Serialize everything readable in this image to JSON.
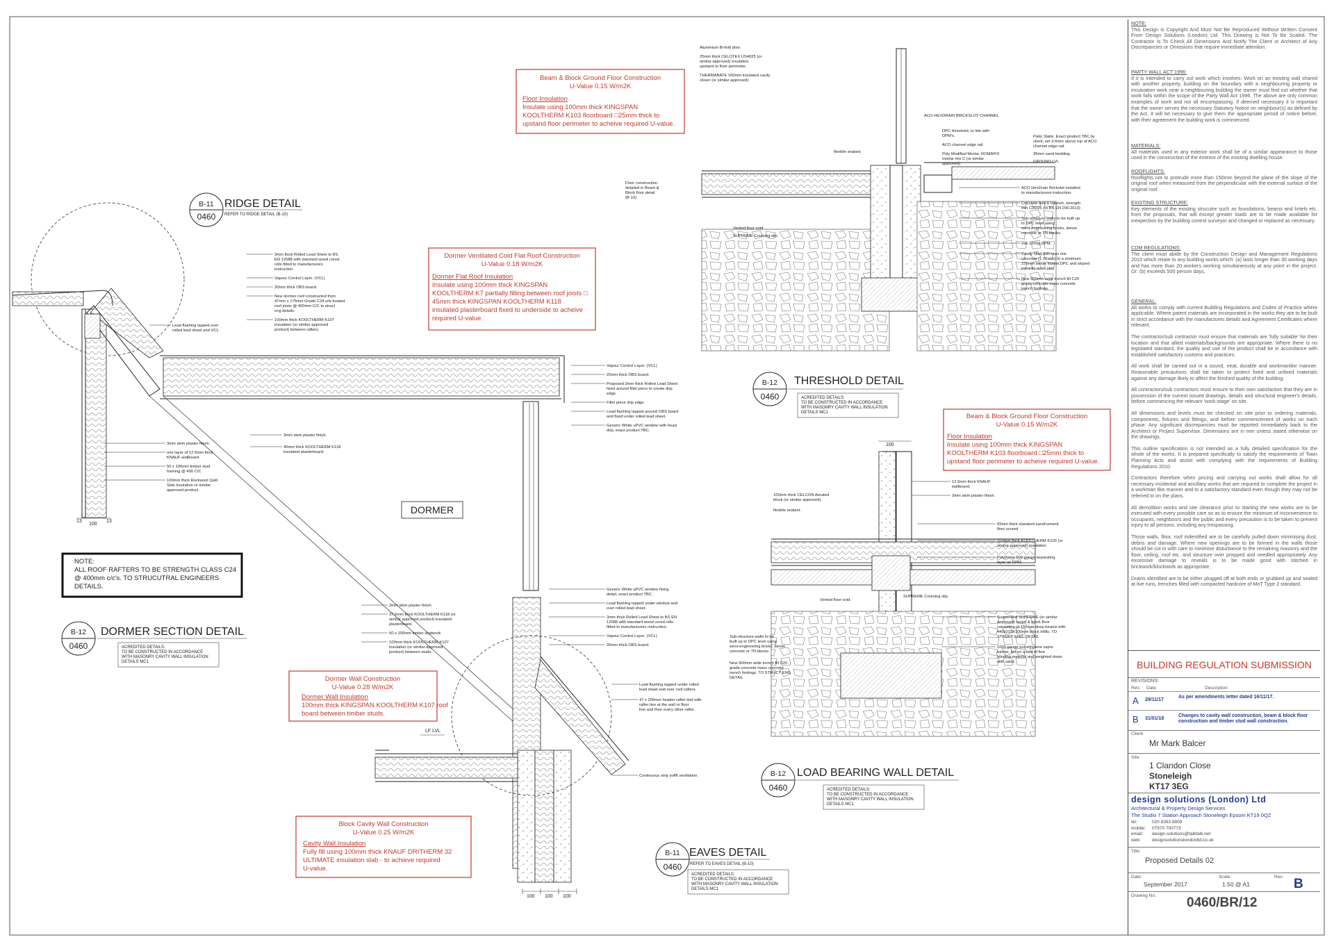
{
  "notes": {
    "note_heading": "NOTE:",
    "note_text": "This Design is Copyright And Must Not Be Reproduced Without Written Consent From Design Solutions (London) Ltd. This Drawing is Not To Be Scaled. The Contractor Is To Check All Dimensions And Notify The Client or Architect of Any Discrepancies or Omissions that require immediate attention.",
    "party_wall_heading": "PARTY WALL ACT 1996:",
    "party_wall_text": "If it is intended to carry out work which involves: Work on an existing wall shared with another property, building on the boundary with a neighbouring property or excavation work near a neighbouring building the owner must find out whether that work falls within the scope of the Party Wall Act 1996. The above are only common examples of work and not all encompassing. If deemed necessary it is important that the owner serves the necessary Statutory Notice on neighbour(s) as defined by the Act. It will be necessary to give them the appropriate period of notice before, with their agreement the building work is commenced.",
    "materials_heading": "MATERIALS:",
    "materials_text": "All materials used in any exterior work shall be of a similar appearance to those used in the construction of the exterior of the existing dwelling house.",
    "rooflights_heading": "ROOFLIGHTS:",
    "rooflights_text": "Rooflights not to protrude more than 150mm beyond the plane of the slope of the original roof when measured from the perpendicular with the external surface of the original roof.",
    "existing_heading": "EXISTING STRUCTURE:",
    "existing_text": "Key elements of the existing strucutre such as foundations, beams and lintels etc. from the proposals, that will except greater loads are to be made available for inexpection by the building control surveyor and changed or replaced as necessary.",
    "cdm_heading": "CDM REGULATIONS:",
    "cdm_text": "The client must abide by the Construction Design and Management Regulations 2015 which relate to any building works which: (a) lasts longer than 30 working days and has more than 20 workers working simultaneously at any point in the project. Or: (b) exceeds 500 person days.",
    "general_heading": "GENERAL:",
    "general_text": "All works to comply with current Building Regulations and Codes of Practice where applicable. Where patent materials are incorporated in the works they are to be built in strict accordance with the manufactures details and Agreement Certificates where relevant.",
    "general_2": "The contractor/sub contractor must ensure that materials are 'fully suitable' for their location and that allied materials/backgrounds are appropriate. Where there is no legislated standard, the quality and use of the product shall be in accordance with established satisfactory customs and practices.",
    "general_3": "All work shall be carried out in a sound, neat, durable and workmanlike manner. Reasonable precautions shall be taken to protect fixed and unfixed materials against any damage likely to affect the finished quality of the building.",
    "general_4": "All contractors/sub contractors must ensure to their own satisfaction that they are in possession of the current issued drawings, details and structural engineer's details, before commencing the relevant 'work-stage' on site.",
    "general_5": "All dimensions and levels must be checked on site prior to ordering materials, components, fixtures and fittings, and before commencement of works on each phase. Any significant discrepancies must be reported immediately back to the Architect or Project Supervisor. Dimensions are in mm unless stated otherwise on the drawings.",
    "general_6": "This outline specification is not intended as a fully detailed specification for the whole of the works. It is prepared specifically to satisfy the requirements of Town Planning Acts and assist with complying with the requirements of Building Regulations 2010.",
    "general_7": "Contractors therefore when pricing and carrying out works shall allow for all necessary incidental and ancillary works that are required to complete the project in a workman like manner and to a satisfactory standard even though they may not be referred to on the plans.",
    "general_8": "All demolition works and site clearance prior to starting the new works are to be executed with every possible care so as to ensure the minimum of inconvenience to occupants, neighbours and the public and every precaution is to be taken to prevent injury to all persons, including any trespassing.",
    "general_9": "Those walls, floor, roof indentified are to be carefully pulled down minimising dust, debris and damage. Where new openings are to be formed in the walls those should be cut in with care to minimise disturbance to the remaining masonry and the floor, ceiling, roof etc. and structure over propped and needled appropriately. Any excessive damage to reveals is to be made good with stitched in brickwork/blockwork as appropriate.",
    "general_10": "Drains identified are to be either plugged off at both ends or grubbed up and sealed at live runs, trenches filled with compacted hardcore of MoT Type 2 standard."
  },
  "title_block": {
    "submission": "BUILDING REGULATION SUBMISSION",
    "revisions_label": "REVISIONS:",
    "rev_col": "Rev:",
    "date_col": "Date:",
    "desc_col": "Description:",
    "revisions": [
      {
        "rev": "A",
        "date": "29/11/17",
        "desc": "As per amendments letter dated 16/11/17."
      },
      {
        "rev": "B",
        "date": "31/01/18",
        "desc": "Changes to cavity wall construction, beam & block floor construction and timber stud wall construction."
      }
    ],
    "client_label": "Client:",
    "client": "Mr Mark Balcer",
    "site_label": "Site:",
    "site_line1": "1 Clandon Close",
    "site_line2": "Stoneleigh",
    "site_line3": "KT17 3EG",
    "company": "design solutions (London) Ltd",
    "company_sub": "Architectural & Property Design Services",
    "company_addr": "The Studio  7 Station Approach  Stoneleigh  Epsom  KT19  0QZ",
    "tel_label": "tel:",
    "tel": "020 8393 8809",
    "mobile_label": "mobile:",
    "mobile": "07970 700773",
    "email_label": "email:",
    "email": "design.solutions@talktalk.net",
    "web_label": "web:",
    "web": "designsolutionslondonltd.co.uk",
    "title_label": "Title:",
    "title": "Proposed Details 02",
    "date_label": "Date:",
    "date": "September 2017",
    "scale_label": "Scale:",
    "scale": "1:50 @ A1",
    "rev_label": "Rev:",
    "rev": "B",
    "drawing_label": "Drawing No:",
    "drawing_no": "0460/BR/12"
  },
  "details": {
    "ridge": {
      "ref": "B-11",
      "num": "0460",
      "title": "RIDGE DETAIL",
      "sub": "REFER TO RIDGE DETAIL (B-10)"
    },
    "dormer_section": {
      "ref": "B-12",
      "num": "0460",
      "title": "DORMER SECTION DETAIL",
      "acred1": "ACREDITED DETAILS:",
      "acred2": "TO BE CONSTRUCTED IN ACCORDANCE",
      "acred3": "WITH MASONRY CAVITY WALL INSULATION",
      "acred4": "DETAILS MC1"
    },
    "threshold": {
      "ref": "B-12",
      "num": "0460",
      "title": "THRESHOLD DETAIL",
      "acred1": "ACREDITED DETAILS:",
      "acred2": "TO BE CONSTRUCTED IN ACCORDANCE",
      "acred3": "WITH MASONRY CAVITY WALL INSULATION",
      "acred4": "DETAILS MC1"
    },
    "load_bearing": {
      "ref": "B-12",
      "num": "0460",
      "title": "LOAD BEARING WALL DETAIL",
      "acred1": "ACREDITED DETAILS:",
      "acred2": "TO BE CONSTRUCTED IN ACCORDANCE",
      "acred3": "WITH MASONRY CAVITY WALL INSULATION",
      "acred4": "DETAILS MC1"
    },
    "eaves": {
      "ref": "B-11",
      "num": "0460",
      "title": "EAVES DETAIL",
      "sub": "REFER TO EAVES DETAIL (B-10)",
      "acred1": "ACREDITED DETAILS:",
      "acred2": "TO BE CONSTRUCTED IN ACCORDANCE",
      "acred3": "WITH MASONRY CAVITY WALL INSULATION",
      "acred4": "DETAILS MC1"
    }
  },
  "red_boxes": {
    "floor_top": {
      "h1": "Beam & Block Ground Floor Construction",
      "h2": "U-Value 0.15 W/m2K",
      "sub": "Floor Insulation",
      "l1": "Insulate using 100mm thick KINGSPAN",
      "l2": "KOOLTHERM K103 floorboard □25mm thick to",
      "l3": "upstand floor perimeter to acheive required U-value."
    },
    "dormer_roof": {
      "h1": "Dormer Ventilated Cold Flat Roof Construction",
      "h2": "U-Value 0.18 W/m2K",
      "sub": "Dormer Flat Roof Insulation",
      "l1": "Insulate using 100mm thick KINGSPAN",
      "l2": "KOOLTHERM K7 partially filling between roof joists □",
      "l3": "45mm thick KINGSPAN KOOLTHERM K118",
      "l4": "insulated plasterboard fixed to underside to acheive",
      "l5": "required U-value."
    },
    "floor_right": {
      "h1": "Beam & Block  Ground Floor Construction",
      "h2": "U-Value 0.15 W/m2K",
      "sub": "Floor Insulation",
      "l1": "Insulate using 100mm thick KINGSPAN",
      "l2": "KOOLTHERM K103 floorboard □25mm thick to",
      "l3": "upstand floor perimeter to acheive required U-value."
    },
    "dormer_wall": {
      "h1": "Dormer Wall Construction",
      "h2": "U-Value 0.28 W/m2K",
      "sub": "Dormer Wall Insulation",
      "l1": "100mm thick KINGSPAN KOOLTHERM K107 roof",
      "l2": "board between timber studs."
    },
    "cavity_wall": {
      "h1": "Block Cavity Wall Construction",
      "h2": "U-Value 0.25 W/m2K",
      "sub": "Cavity Wall Insulation",
      "l1": "Fully fill using 100mm thick KNAUF DRITHERM 32",
      "l2": "ULTIMATE insulation slab - to achieve required",
      "l3": "U-value."
    }
  },
  "rafter_note": {
    "l1": "NOTE:",
    "l2": "ALL ROOF RAFTERS TO BE STRENGTH CLASS C24",
    "l3": "@ 400mm c/c's. TO STRUCUTRAL ENGINEERS",
    "l4": "DETAILS."
  },
  "dormer_label": "DORMER",
  "lf_lvl": "LF LVL",
  "dims": {
    "d100": "100",
    "d13": "13"
  },
  "annotations_ridge": [
    "3mm thick Rolled Lead Sheet to BS EN 12588 with standard wood cored rolls fitted to manufacturers instruction.",
    "Vapour Control Layer. (VCL)",
    "20mm thick OBS board.",
    "New dormer roof constructed from 47mm x 175mm Grade C24 s/w treated roof joists @ 400mm C/C to struct eng details.",
    "100mm thick KOOLTHERM K107 insulation (or similar approved product) between rafters.",
    "Lead flashing lapped over rolled lead sheet and VCL.",
    "3mm skim plaster finish.",
    "one layer of 12.5mm thick KNAUF wallboard.",
    "50 x 100mm timber stud framing @ 400 C/C",
    "100mm thick Rockwool Quilt Slab Insulation or similar approved product.",
    "3mm skim plaster finish.",
    "45mm thick KOOLTHERM K118 insulated plasterboard."
  ],
  "annotations_roof_right": [
    "Vapour Control Layer. (VCL)",
    "20mm thick OBS board.",
    "Proposed 3mm thick Rolled Lead Sheet fixed around fillet piece to create drip edge.",
    "Fillet piece drip edge.",
    "Lead flashing lapped around OBS board and fixed under rolled lead sheet.",
    "Generic White uPVC window with head drip, exact product TBC."
  ],
  "annotations_eaves": [
    "3mm skim plaster finish.",
    "37.5mm thick KOOLTHERM K118 (or similar approved product) insulated plasterboard.",
    "50 x 100mm timber studwork",
    "100mm thick KOOLTHERM K107 insulation (or similar approved product) between studs.",
    "Generic White uPVC window fixing detail, exact product TBC.",
    "Lead flashing lapped under window and over rolled lead sheet.",
    "3mm thick Rolled Lead Sheet to BS EN 12588 with standard wood cored rolls fitted to manufacturers instruction.",
    "Vapour Control Layer. (VCL)",
    "20mm thick OBS board.",
    "Lead flashing lapped under rolled lead sheet and over roof rafters.",
    "47 x 200mm header rafter tied with rafter ties at the wall or floor line and then every other rafter.",
    "Continuous strip soffit ventilation."
  ],
  "annotations_threshold": [
    "Aluminium Bi-fold door.",
    "25mm thick CELOTEX US4025 (or similar approved) insulation upstand to floor perimeter.",
    "THERMABATE 100mm insulated cavity closer (or similar approved)",
    "flexible sealant.",
    "Floor construction detailed in Beam & Block floor detail (B-10)",
    "Vented floor void.",
    "SUPREME Coursing slip.",
    "ACO HEXDRAIN BRICKSLOT CHANNEL",
    "DPC threshold, to link with DPM's.",
    "ACO channel edge rail.",
    "Poly Modified Mortar, ROMAFIX mortar mix C (or similar approved)",
    "Patio Slabs. Exact product TBC by client, set 3-6mm above top of ACO channel edge rail.",
    "35mm sand bedding.",
    "GROUND LVL",
    "ACO HexDrain Brickslot installed to manufacturers instruction.",
    "Concrete bed & haunch, strength min C20/25 (to BS EN 206:2013)",
    "Sub-structure walls to be built up to DPC level using semi-engineering bricks, dense concrete or 7N blocks.",
    "min 1200g DPM.",
    "Cavity filled with lean mix concrete (1:10 mix) to a minimum 225mm below lowest DPC and sloped towards outer skin",
    "New 600mm wide trench fill C20 grade concrete mass concrete trench footings."
  ],
  "annotations_loadbearing": [
    "100mm thick CELCON Aerated block (or similar approved).",
    "flexible sealant.",
    "12.5mm thick KNAUF wallboard.",
    "3mm skim plaster finish.",
    "65mm thick standard sand/cement floor screed",
    "100mm thick KOOLTHERM K103 (or similar approved) insulation.",
    "Polythene 500 gauge separating layer as DPM.",
    "Vented floor void.",
    "SUPREME Coursing slip.",
    "Suspended SUPREME (or similar approved) beam & block floor consisting of 155mm deep beams with 440x215X100mm block infills. TO STRUCT ENG. DETAIL",
    "1000 gauge polyethylene vapor barrier, led on a bed of fine blinding material and weighted down with sand.",
    "Sub-structure walls to be built up to DPC level using semi-engineering bricks, dense concrete or 7N blocks.",
    "New 600mm wide trench fill C20 grade concrete mass concrete trench footings. TO STRUCT ENG DETAIL"
  ]
}
